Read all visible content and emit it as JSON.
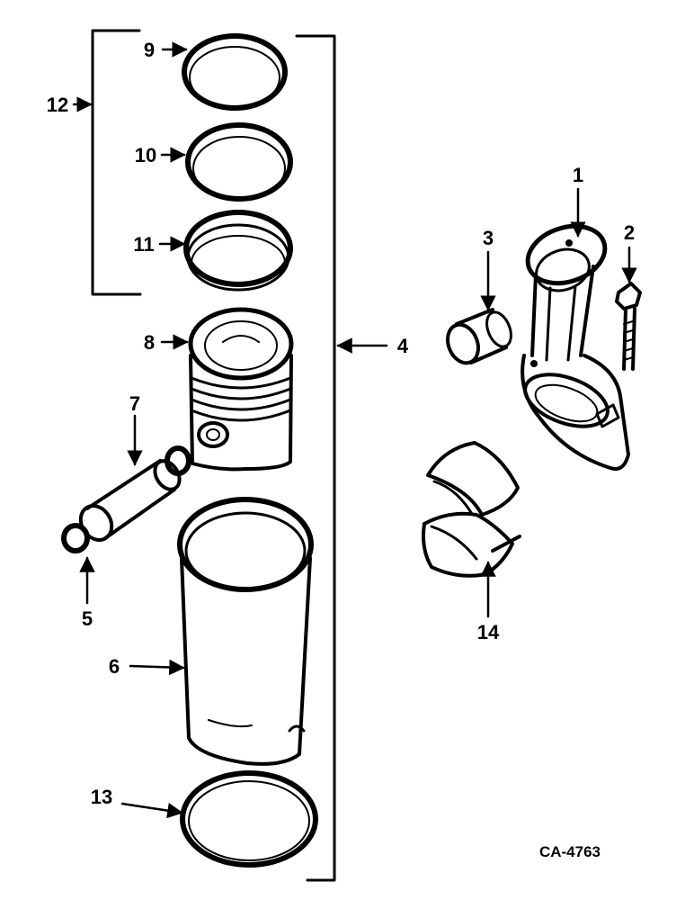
{
  "diagram": {
    "figure_code": "CA-4763",
    "callouts": [
      {
        "id": "c1",
        "label": "1"
      },
      {
        "id": "c2",
        "label": "2"
      },
      {
        "id": "c3",
        "label": "3"
      },
      {
        "id": "c4",
        "label": "4"
      },
      {
        "id": "c5",
        "label": "5"
      },
      {
        "id": "c6",
        "label": "6"
      },
      {
        "id": "c7",
        "label": "7"
      },
      {
        "id": "c8",
        "label": "8"
      },
      {
        "id": "c9",
        "label": "9"
      },
      {
        "id": "c10",
        "label": "10"
      },
      {
        "id": "c11",
        "label": "11"
      },
      {
        "id": "c12",
        "label": "12"
      },
      {
        "id": "c13",
        "label": "13"
      },
      {
        "id": "c14",
        "label": "14"
      }
    ]
  }
}
